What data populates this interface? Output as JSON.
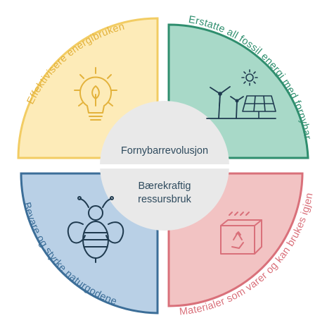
{
  "center": {
    "top_label": "Fornybarrevolusjon",
    "bottom_line1": "Bærekraftig",
    "bottom_line2": "ressursbruk"
  },
  "quadrants": [
    {
      "id": "top-left",
      "label": "Effektivisere energibruken",
      "fill": "#fdebb8",
      "stroke": "#f2cc63",
      "text_color": "#e3b23c",
      "icon": "lightbulb-leaf-icon"
    },
    {
      "id": "top-right",
      "label": "Erstatte all fossil energi med fornybar",
      "fill": "#a8d9c8",
      "stroke": "#2f8e6e",
      "text_color": "#2f8e6e",
      "icon": "wind-solar-icon"
    },
    {
      "id": "bottom-left",
      "label": "Bevare og styrke naturgodene",
      "fill": "#b9d0e6",
      "stroke": "#3c6e98",
      "text_color": "#3c6e98",
      "icon": "bee-icon"
    },
    {
      "id": "bottom-right",
      "label": "Materialer som varer og kan brukes igjen",
      "fill": "#f2c3c3",
      "stroke": "#d9707a",
      "text_color": "#d9707a",
      "icon": "recycling-box-icon"
    }
  ],
  "colors": {
    "center_fill": "#e9e9e9",
    "center_text": "#2f4b5e",
    "icon_dark": "#1f3a4f"
  }
}
